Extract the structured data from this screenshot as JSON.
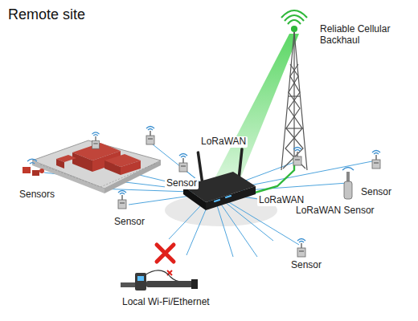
{
  "diagram": {
    "title": "Remote site",
    "labels": [
      "Reliable Cellular Backhaul",
      "LoRaWAN",
      "Sensors",
      "Sensor",
      "Sensor",
      "LoRaWAN",
      "LoRaWAN Sensor",
      "Sensor",
      "Sensor",
      "Local Wi-Fi/Ethernet"
    ]
  }
}
